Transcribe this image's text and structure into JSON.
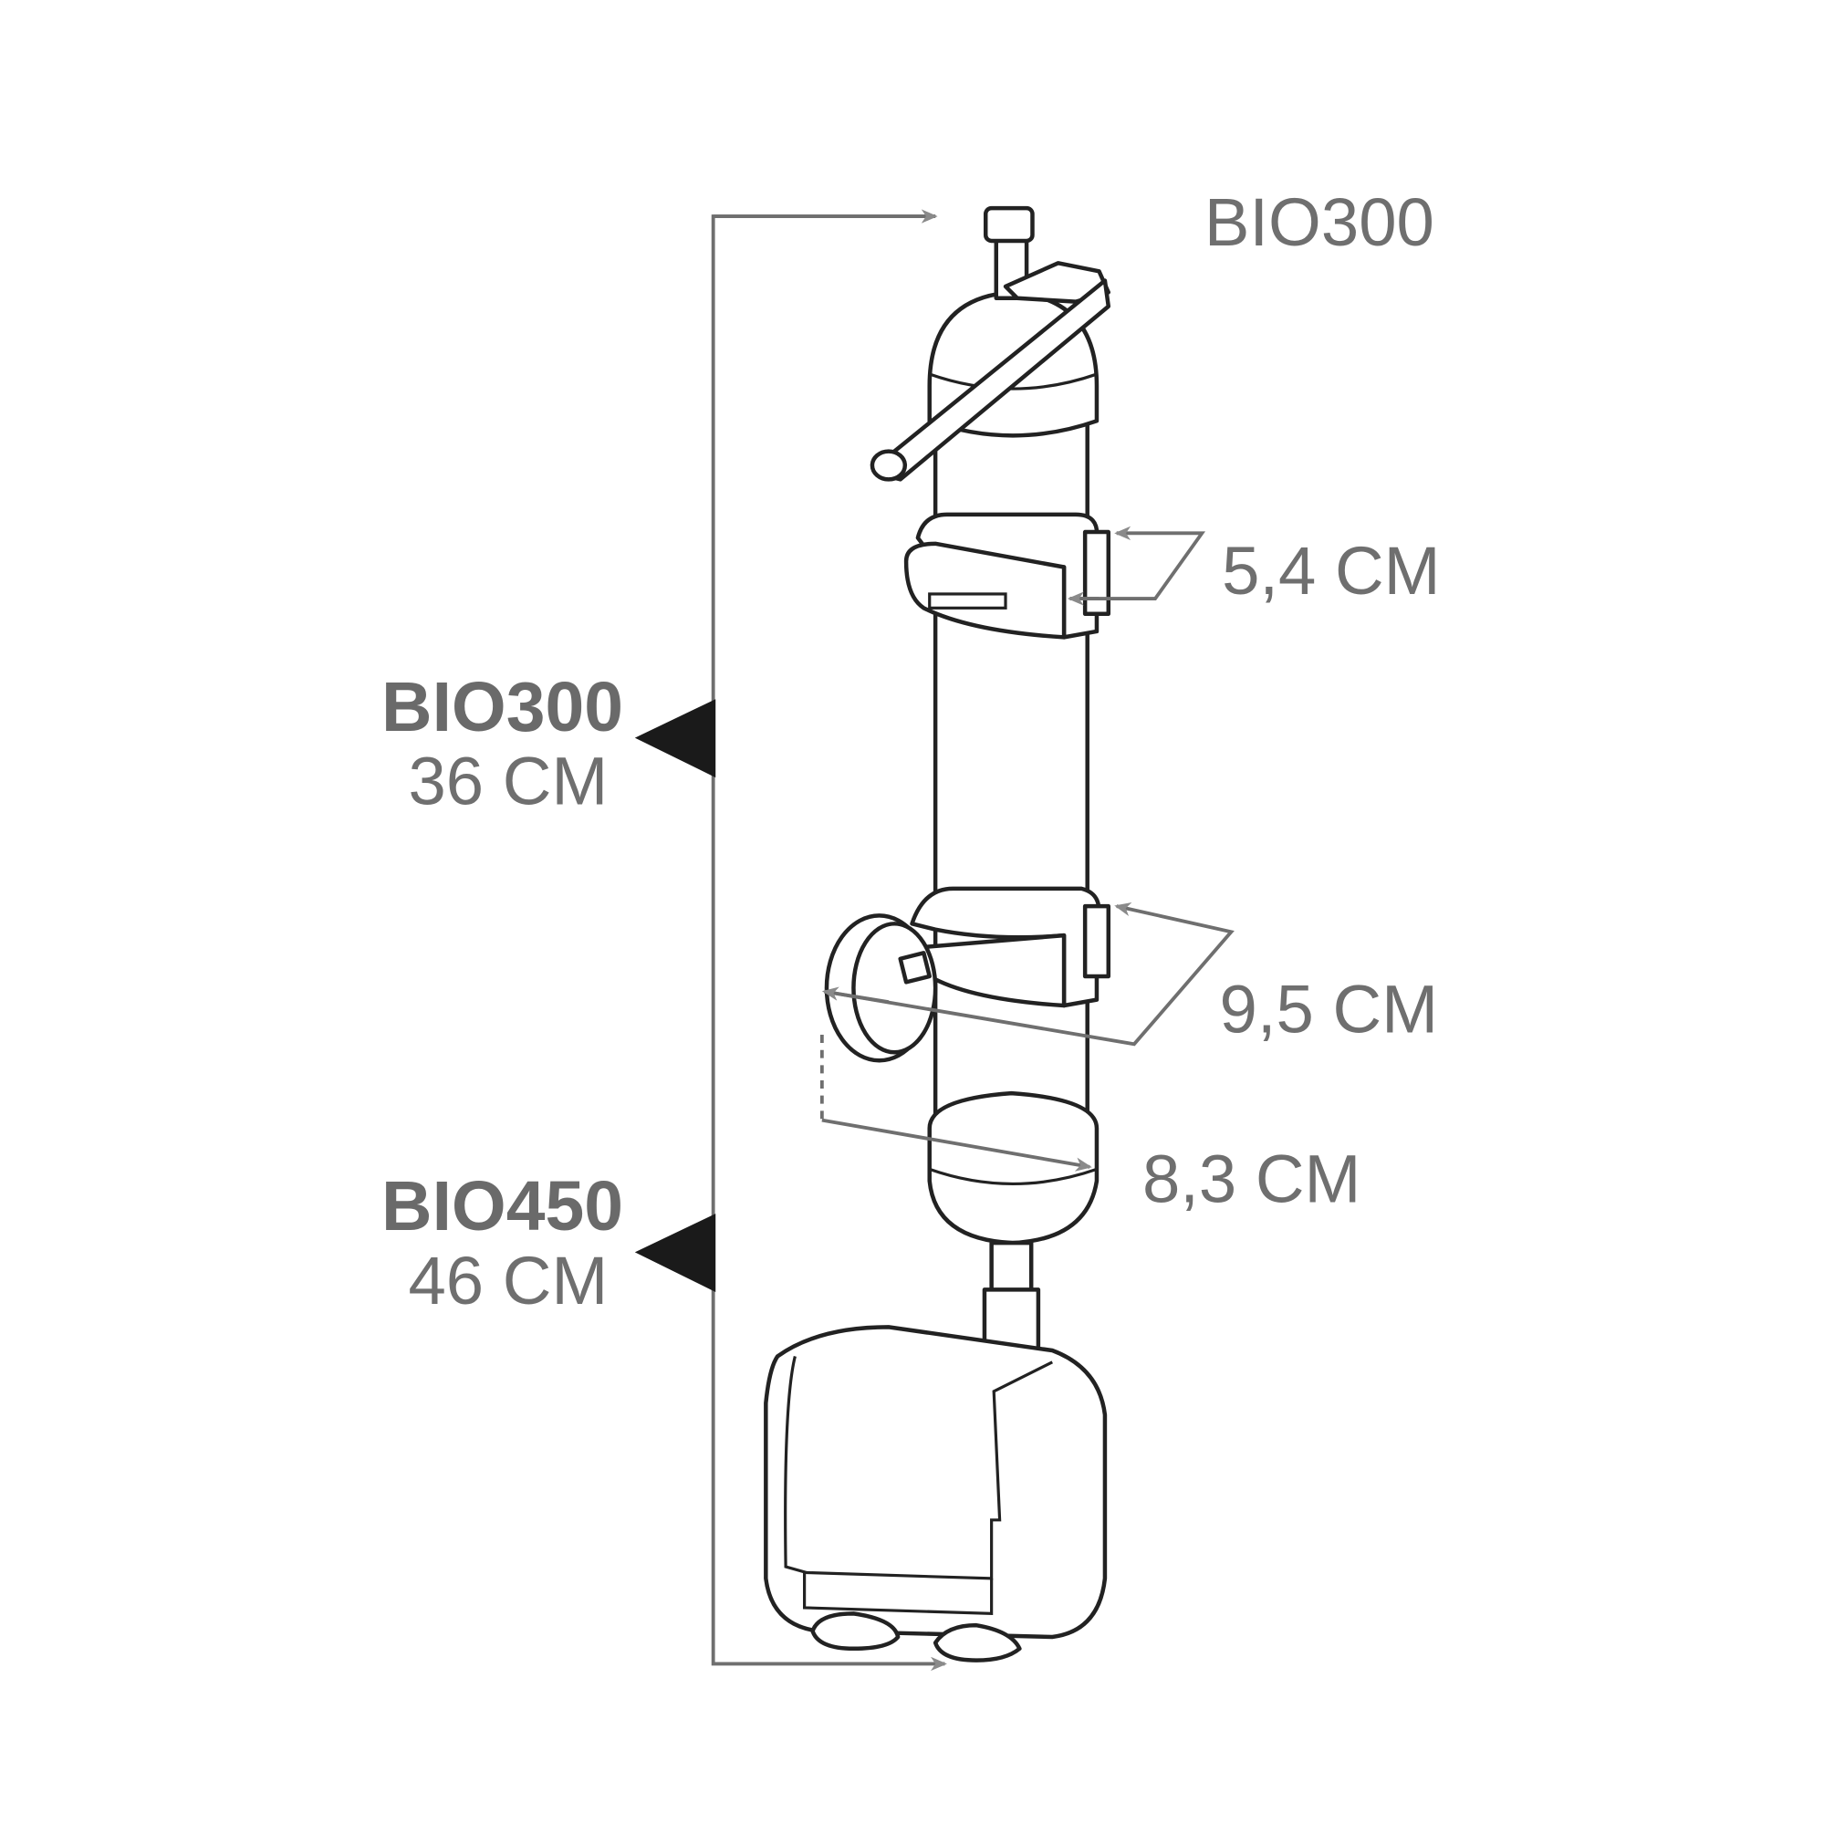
{
  "title": "BIO300",
  "models": [
    {
      "name": "BIO300",
      "height": "36 CM"
    },
    {
      "name": "BIO450",
      "height": "46 CM"
    }
  ],
  "dimensions": {
    "depth": "5,4 CM",
    "width": "9,5 CM",
    "diameter": "8,3 CM"
  },
  "colors": {
    "text": "#6f6f6f",
    "marker": "#1a1a1a",
    "outline": "#222222"
  }
}
